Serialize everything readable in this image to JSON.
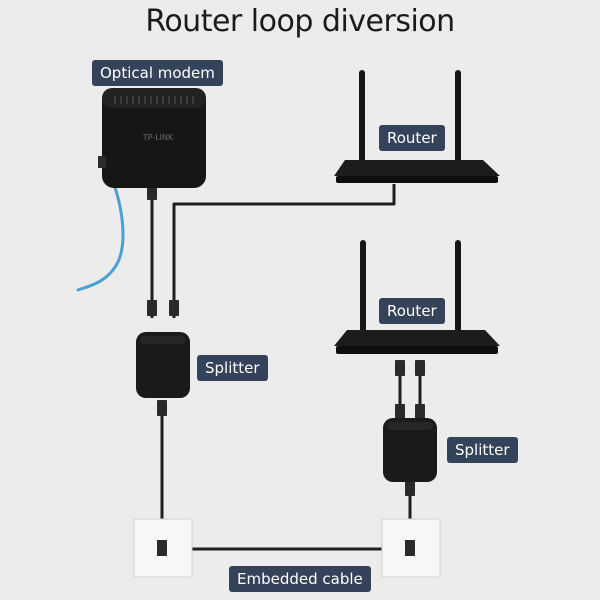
{
  "title": "Router loop diversion",
  "labels": {
    "optical_modem": "Optical modem",
    "router_top": "Router",
    "router_bottom": "Router",
    "splitter_left": "Splitter",
    "splitter_right": "Splitter",
    "embedded_cable": "Embedded cable"
  },
  "device_text": {
    "modem_brand": "TP-LINK"
  },
  "colors": {
    "background": "#ececec",
    "label_bg": "#34425a",
    "device": "#1a1a1a",
    "cable": "#202020",
    "fiber": "#4a9fd4",
    "wall_plate": "#f7f7f7"
  }
}
